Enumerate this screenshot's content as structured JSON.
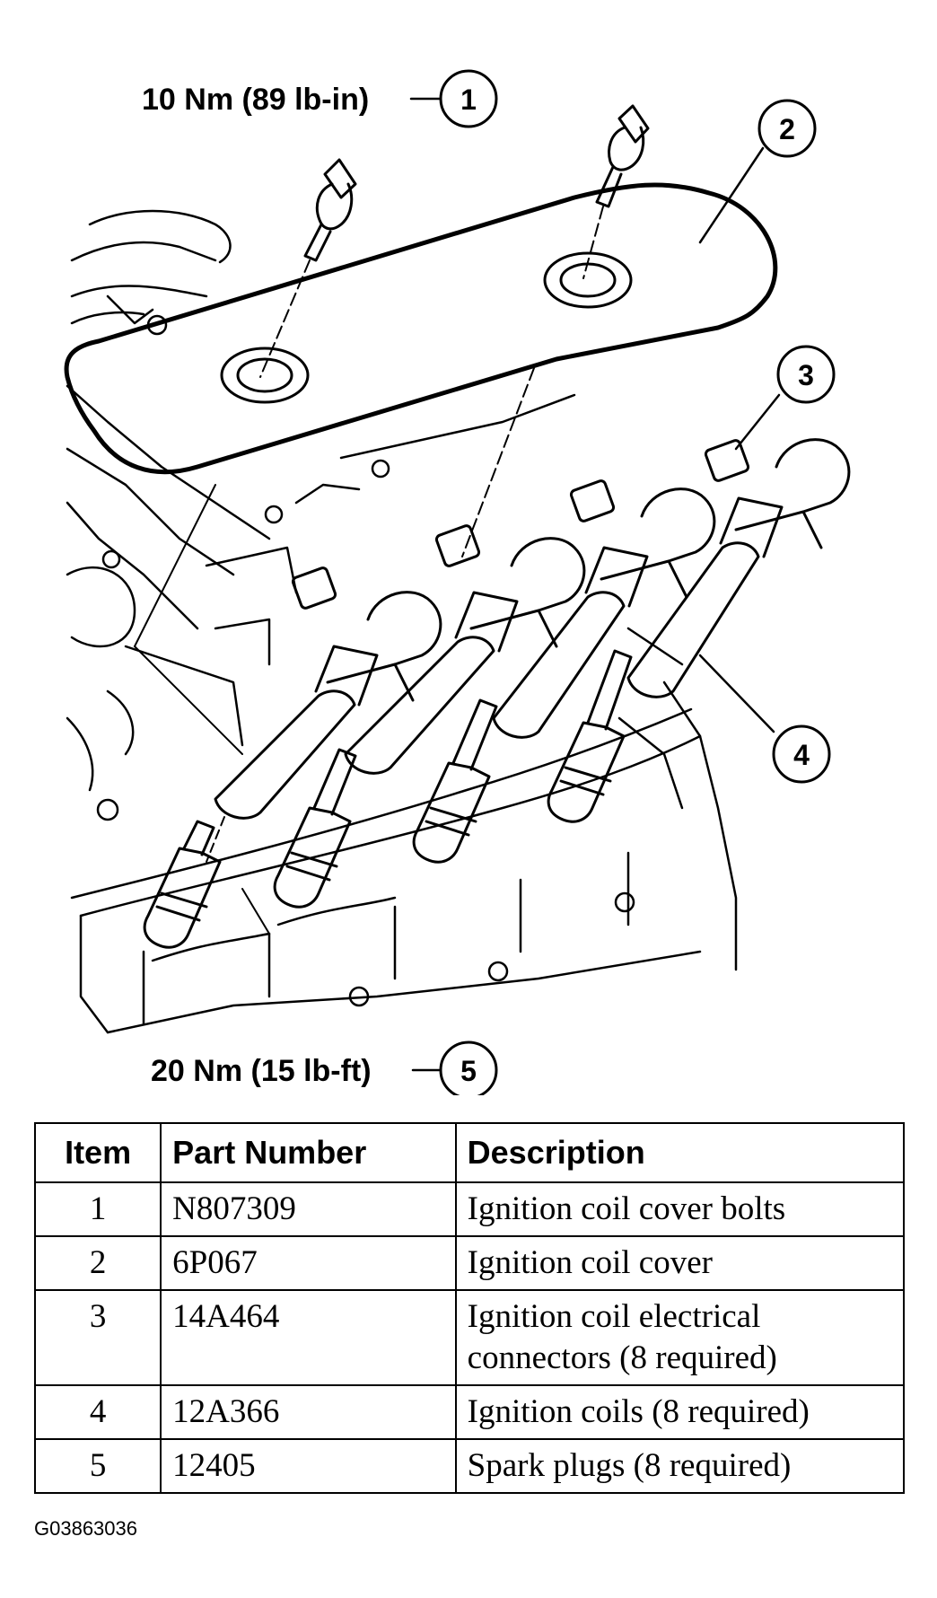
{
  "callouts": {
    "1": {
      "number": "1",
      "torque": "10 Nm (89 lb-in)"
    },
    "2": {
      "number": "2"
    },
    "3": {
      "number": "3"
    },
    "4": {
      "number": "4"
    },
    "5": {
      "number": "5",
      "torque": "20 Nm (15 lb-ft)"
    }
  },
  "table": {
    "headers": [
      "Item",
      "Part Number",
      "Description"
    ],
    "rows": [
      {
        "item": "1",
        "part": "N807309",
        "desc": "Ignition coil cover bolts"
      },
      {
        "item": "2",
        "part": "6P067",
        "desc": "Ignition coil cover"
      },
      {
        "item": "3",
        "part": "14A464",
        "desc": "Ignition coil electrical connectors (8 required)"
      },
      {
        "item": "4",
        "part": "12A366",
        "desc": "Ignition coils (8 required)"
      },
      {
        "item": "5",
        "part": "12405",
        "desc": "Spark plugs (8 required)"
      }
    ]
  },
  "figure_id": "G03863036"
}
